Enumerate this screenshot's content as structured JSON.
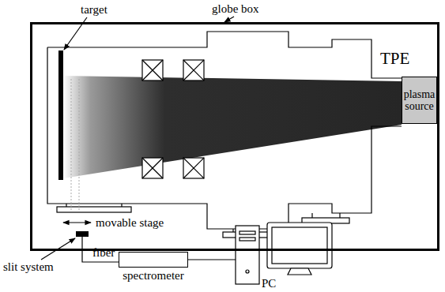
{
  "diagram": {
    "nodes": [
      {
        "text": [
          "TPE"
        ]
      },
      {
        "text": [
          "plasma source"
        ],
        "in": 0
      },
      {
        "text": [
          "spectrometer"
        ]
      },
      {
        "text": [
          "PC"
        ]
      }
    ],
    "edges": [
      {
        "from": 2,
        "to": 3,
        "arrow": "none"
      }
    ],
    "labels": [
      "target",
      "globe box",
      "movable stage",
      "slit system",
      "fiber"
    ]
  }
}
